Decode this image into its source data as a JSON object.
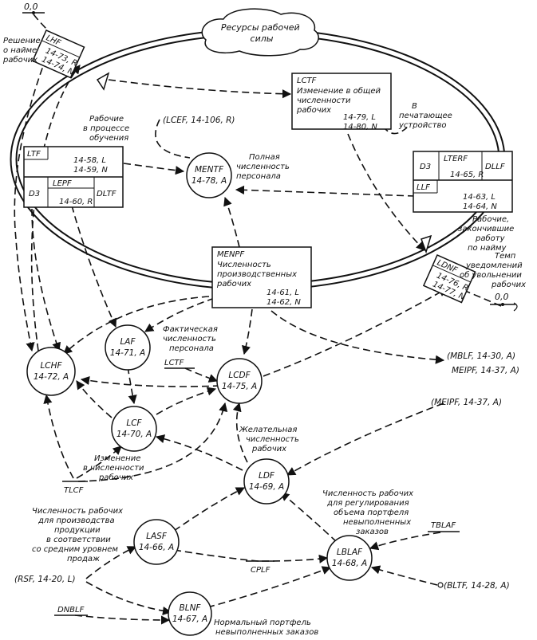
{
  "sink": {
    "label": "Ресурсы рабочей силы"
  },
  "levels": {
    "lhf": {
      "name": "LHF",
      "eq": [
        "14-73, R",
        "14-74, N"
      ]
    },
    "lctf": {
      "name": "LCTF",
      "title": [
        "Изменение в общей",
        "численности",
        "рабочих"
      ],
      "eq": [
        "14-79, L",
        "14-80, N"
      ]
    },
    "ltf": {
      "name": "LTF",
      "eq": [
        "14-58, L",
        "14-59, N"
      ],
      "d": "D3",
      "rate": "LEPF",
      "rate_eq": "14-60, R",
      "delay": "DLTF"
    },
    "lterf": {
      "d": "D3",
      "rate": "LTERF",
      "rate_eq": "14-65, R",
      "delay": "DLLF",
      "name": "LLF",
      "eq": [
        "14-63, L",
        "14-64, N"
      ]
    },
    "menpf": {
      "name": "MENPF",
      "title": [
        "Численность",
        "производственных",
        "рабочих"
      ],
      "eq": [
        "14-61, L",
        "14-62, N"
      ]
    },
    "ldnf": {
      "name": "LDNF",
      "eq": [
        "14-76, R",
        "14-77, N"
      ]
    }
  },
  "aux": {
    "mentf": {
      "name": "MENTF",
      "eq": "14-78, A"
    },
    "laf": {
      "name": "LAF",
      "eq": "14-71, A"
    },
    "lchf": {
      "name": "LCHF",
      "eq": "14-72, A"
    },
    "lcdf": {
      "name": "LCDF",
      "eq": "14-75, A"
    },
    "lcf": {
      "name": "LCF",
      "eq": "14-70, A"
    },
    "ldf": {
      "name": "LDF",
      "eq": "14-69, A"
    },
    "lasf": {
      "name": "LASF",
      "eq": "14-66, A"
    },
    "lblaf": {
      "name": "LBLAF",
      "eq": "14-68, A"
    },
    "blnf": {
      "name": "BLNF",
      "eq": "14-67, A"
    }
  },
  "constants": {
    "origin_top": "0,0",
    "origin_right": "0,0",
    "lctf_small": "LCTF",
    "tlcf": "TLCF",
    "cplf": "CPLF",
    "tblaf": "TBLAF",
    "dnblf": "DNBLF"
  },
  "refs": {
    "lcef": "(LCEF, 14-106, R)",
    "mblf": [
      "(MBLF, 14-30, A)",
      "MEIPF, 14-37, A)"
    ],
    "meipf": "(MEIPF, 14-37, A)",
    "rsf": "(RSF, 14-20, L)",
    "bltf": "(BLTF, 14-28, A)"
  },
  "annotations": {
    "hire_decision": [
      "Решение",
      "о найме",
      "рабочих"
    ],
    "in_training": [
      "Рабочие",
      "в процессе",
      "обучения"
    ],
    "to_printer": [
      "В",
      "печатающее",
      "устройство"
    ],
    "total_staff": [
      "Полная",
      "численность",
      "персонала"
    ],
    "finished_hire": [
      "Рабочие,",
      "закончившие",
      "работу",
      "по найму"
    ],
    "notice_rate": [
      "Темп",
      "уведомлений",
      "об увольнении",
      "рабочих"
    ],
    "actual_staff": [
      "Фактическая",
      "численность",
      "персонала"
    ],
    "desired": [
      "Желательная",
      "численность",
      "рабочих"
    ],
    "change": [
      "Изменение",
      "в численности",
      "рабочих"
    ],
    "prod_staff": [
      "Численность рабочих",
      "для производства",
      "продукции",
      "в соответствии",
      "со средним уровнем",
      "продаж"
    ],
    "backlog_staff": [
      "Численность рабочих",
      "для регулирования",
      "объема портфеля",
      "невыполненных",
      "заказов"
    ],
    "normal_backlog": [
      "Нормальный портфель",
      "невыполненных заказов"
    ]
  }
}
